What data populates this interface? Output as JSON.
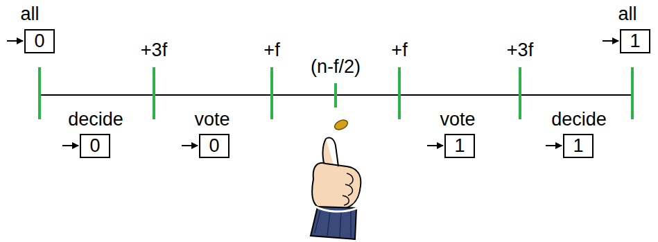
{
  "diagram": {
    "nodes": [
      {
        "text": [
          "0"
        ]
      },
      {
        "text": [
          "1"
        ]
      },
      {
        "text": [
          "0"
        ]
      },
      {
        "text": [
          "0"
        ]
      },
      {
        "text": [
          "1"
        ]
      },
      {
        "text": [
          "1"
        ]
      }
    ],
    "labels": [
      "all",
      "+3f",
      "+f",
      "(n-f/2)",
      "+f",
      "+3f",
      "all",
      "decide",
      "vote",
      "vote",
      "decide"
    ]
  }
}
